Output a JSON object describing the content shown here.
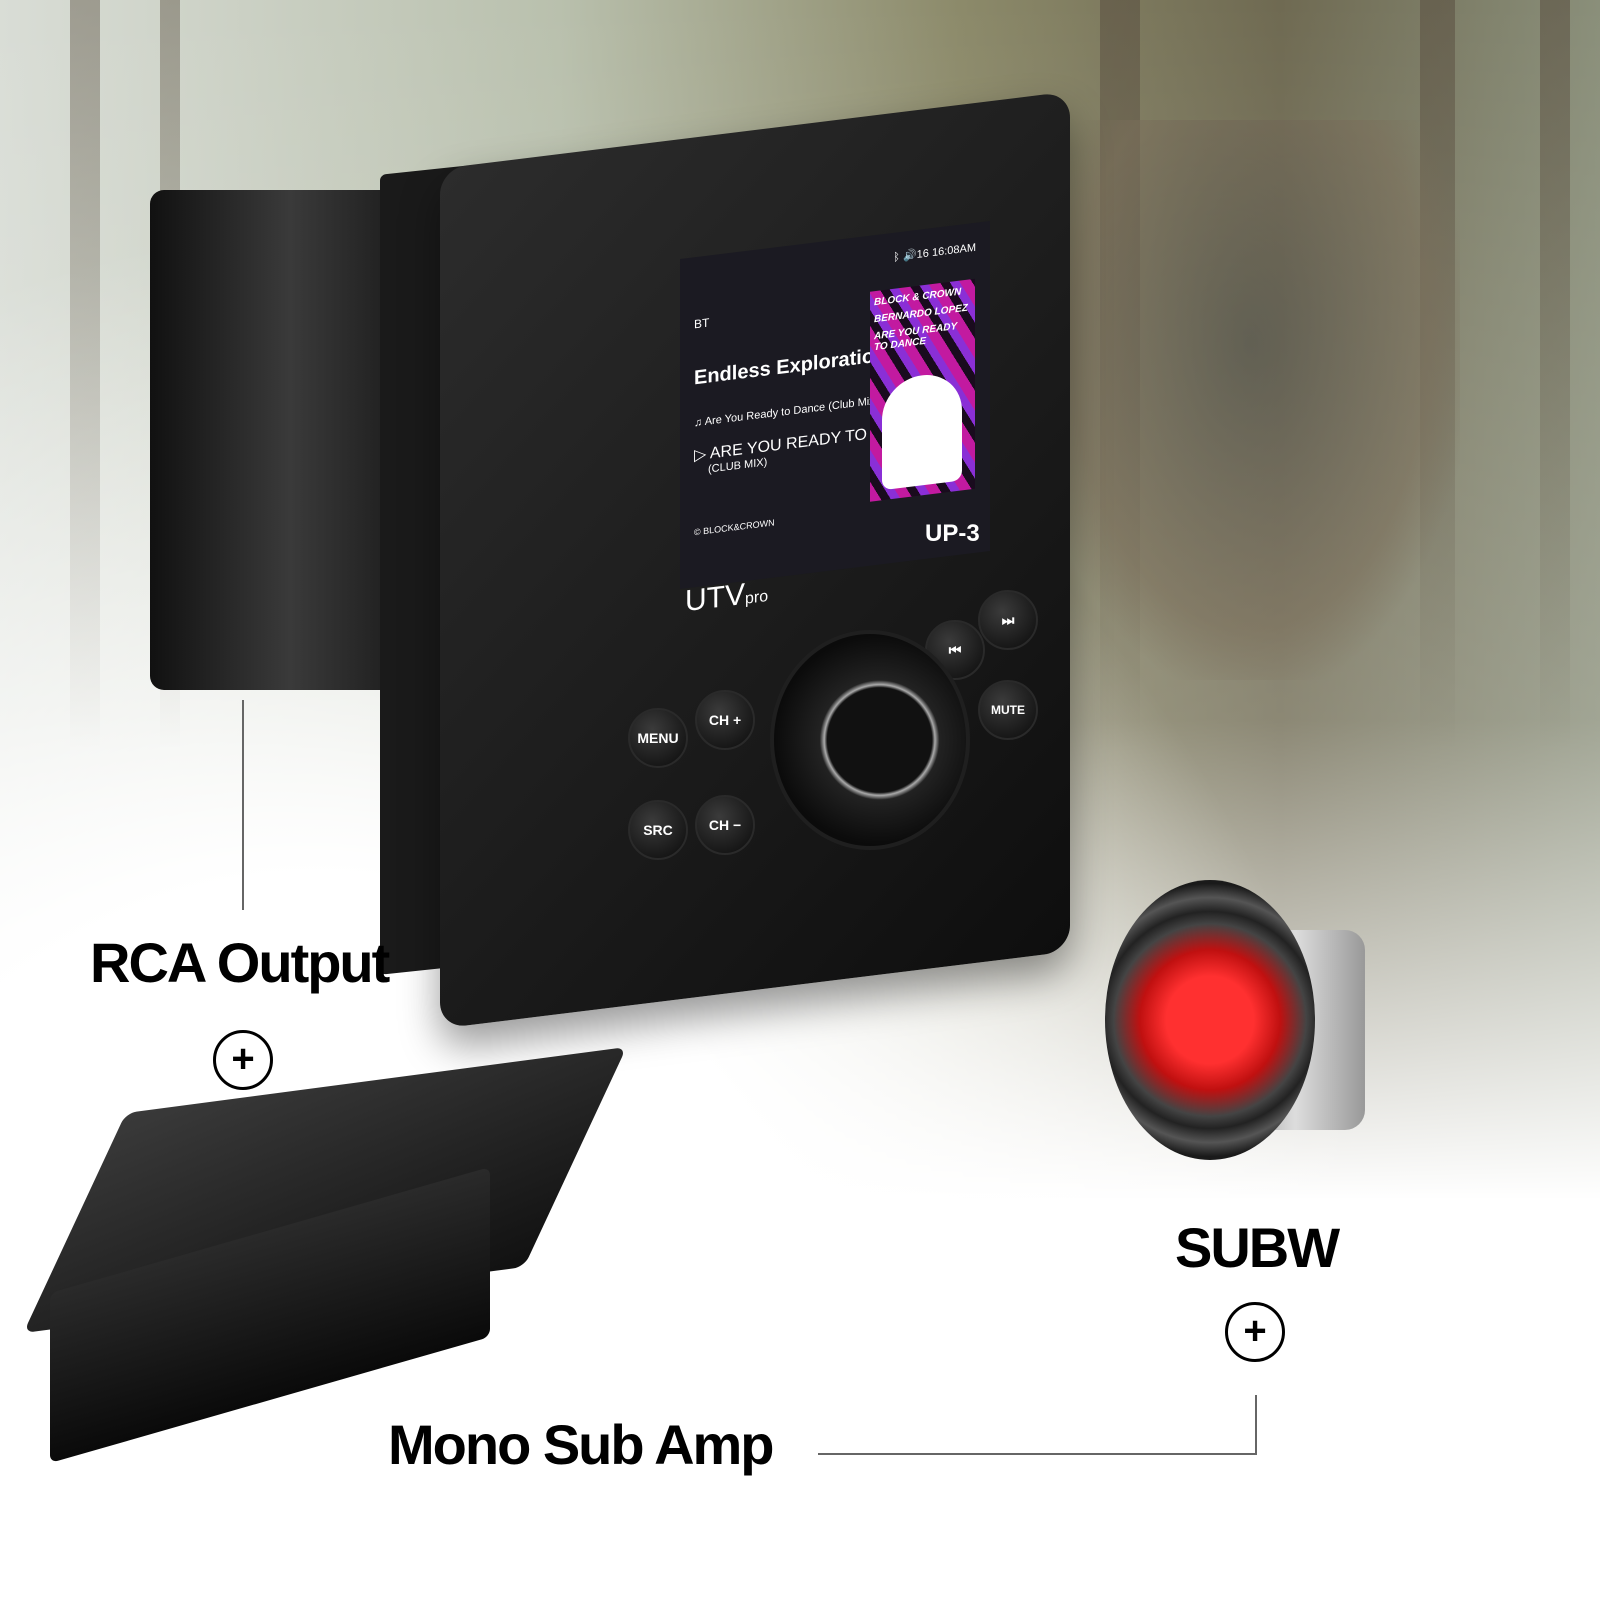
{
  "screen": {
    "source": "BT",
    "volume": "16",
    "time": "16:08AM",
    "album": "Endless Exploration",
    "track": "Are You Ready to Dance (Club Mix)",
    "song_title": "ARE YOU READY TO DANCE",
    "song_subtitle": "(CLUB MIX)",
    "artist": "BLOCK&CROWN",
    "album_art_lines": [
      "BLOCK & CROWN",
      "BERNARDO LOPEZ",
      "ARE YOU READY TO DANCE"
    ]
  },
  "device": {
    "model": "UP-3",
    "brand": "UTV",
    "brand_suffix": "pro"
  },
  "buttons": {
    "menu": "MENU",
    "ch_up": "CH +",
    "src": "SRC",
    "ch_down": "CH −",
    "prev": "⏮",
    "next": "⏭",
    "mute": "MUTE"
  },
  "labels": {
    "rca": "RCA Output",
    "amp": "Mono Sub Amp",
    "sub": "SUBW",
    "plus": "+"
  }
}
